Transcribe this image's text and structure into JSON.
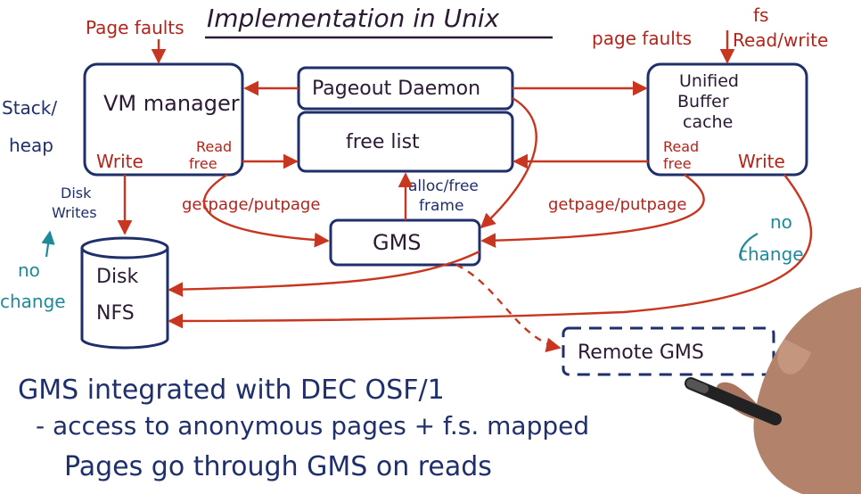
{
  "title": "Implementation in Unix",
  "boxes": {
    "vm_manager": "VM manager",
    "pageout_daemon": "Pageout Daemon",
    "free_list": "free list",
    "unified_buffer_cache_line1": "Unified",
    "unified_buffer_cache_line2": "Buffer",
    "unified_buffer_cache_line3": "cache",
    "gms": "GMS",
    "disk_line1": "Disk",
    "disk_line2": "NFS",
    "remote_gms": "Remote GMS"
  },
  "labels": {
    "page_faults_left": "Page faults",
    "page_faults_right": "page faults",
    "fs_line1": "fs",
    "fs_line2": "Read/write",
    "stack_line1": "Stack/",
    "stack_line2": "heap",
    "vm_write": "Write",
    "vm_read_line1": "Read",
    "vm_read_line2": "free",
    "ubc_read_line1": "Read",
    "ubc_read_line2": "free",
    "ubc_write": "Write",
    "disk_writes_line1": "Disk",
    "disk_writes_line2": "Writes",
    "getpage_left": "getpage/putpage",
    "getpage_right": "getpage/putpage",
    "alloc_line1": "alloc/free",
    "alloc_line2": "frame",
    "no_change_left_line1": "no",
    "no_change_left_line2": "change",
    "no_change_right_line1": "no",
    "no_change_right_line2": "change"
  },
  "notes": {
    "line1": "GMS integrated with DEC OSF/1",
    "line2": "- access to anonymous pages + f.s. mapped",
    "line3": "Pages go through GMS on reads"
  },
  "colors": {
    "arrows": "#c8361f",
    "boxes": "#1f2f6b",
    "annotations": "#1f8a9a",
    "notes": "#1f2f6b"
  }
}
